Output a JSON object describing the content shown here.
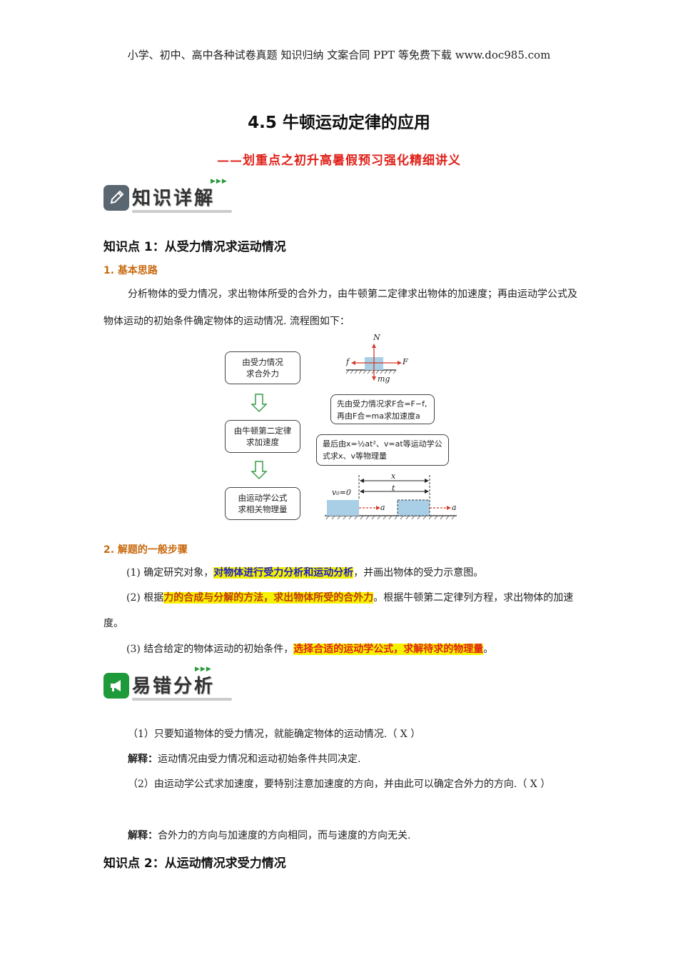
{
  "header": {
    "text": "小学、初中、高中各种试卷真题 知识归纳 文案合同 PPT 等免费下载   www.doc985.com"
  },
  "title": "4.5 牛顿运动定律的应用",
  "subtitle": "——划重点之初升高暑假预习强化精细讲义",
  "banner1": {
    "label": "知识详解",
    "icon": "pencil-icon"
  },
  "kp1": {
    "title": "知识点 1：从受力情况求运动情况"
  },
  "sec1": {
    "title": "1. 基本思路",
    "para": "分析物体的受力情况，求出物体所受的合外力，由牛顿第二定律求出物体的加速度；再由运动学公式及物体运动的初始条件确定物体的运动情况. 流程图如下："
  },
  "diagram": {
    "box1": [
      "由受力情况",
      "求合外力"
    ],
    "box2": [
      "由牛顿第二定律",
      "求加速度"
    ],
    "box3": [
      "由运动学公式",
      "求相关物理量"
    ],
    "bubble1": [
      "先由受力情况求F合=F−f,",
      "再由F合=ma求加速度a"
    ],
    "bubble2": [
      "最后由x=½at²、v=at等运动学公",
      "式求x、v等物理量"
    ],
    "labels": {
      "N": "N",
      "f": "f",
      "F": "F",
      "mg": "mg",
      "x": "x",
      "t": "t",
      "v0": "v₀=0",
      "a": "a"
    },
    "colors": {
      "block": "#a8cfe6",
      "arrow": "#d33a2a",
      "green_arrow": "#3a9a4a"
    }
  },
  "sec2": {
    "title": "2. 解题的一般步骤",
    "step1": {
      "a": "(1) 确定研究对象，",
      "hl": "对物体进行受力分析和运动分析",
      "b": "，并画出物体的受力示意图。"
    },
    "step2": {
      "a": "(2) 根据",
      "hl": "力的合成与分解的方法，求出物体所受的合外力",
      "b": "。根据牛顿第二定律列方程，求出物体的加速度。"
    },
    "step3": {
      "a": "(3) 结合给定的物体运动的初始条件，",
      "hl": "选择合适的运动学公式，求解待求的物理量",
      "b": "。"
    }
  },
  "banner2": {
    "label": "易错分析",
    "icon": "megaphone-icon"
  },
  "errors": {
    "q1": "（1）只要知道物体的受力情况，就能确定物体的运动情况.（ X ）",
    "a1_label": "解释：",
    "a1": "运动情况由受力情况和运动初始条件共同决定.",
    "q2": "（2）由运动学公式求加速度，要特别注意加速度的方向，并由此可以确定合外力的方向.（ X ）",
    "a2_label": "解释：",
    "a2": "合外力的方向与加速度的方向相同，而与速度的方向无关."
  },
  "kp2": {
    "title": "知识点 2：从运动情况求受力情况"
  }
}
